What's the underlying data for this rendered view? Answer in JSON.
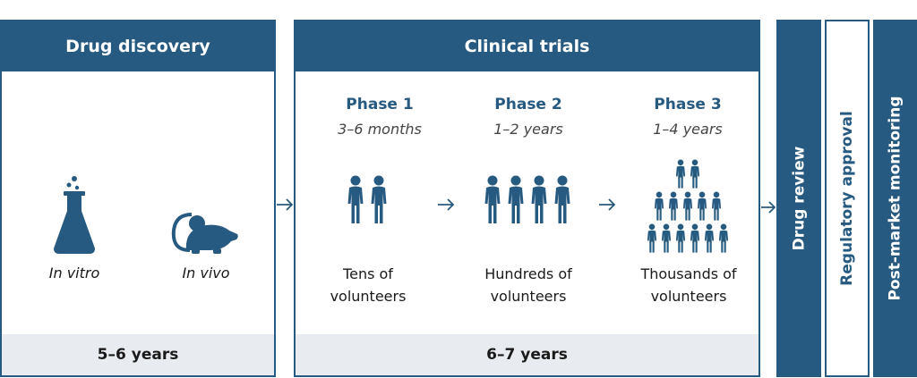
{
  "discovery": {
    "title": "Drug discovery",
    "in_vitro": "In vitro",
    "in_vivo": "In vivo",
    "duration": "5–6 years"
  },
  "clinical": {
    "title": "Clinical trials",
    "duration": "6–7 years",
    "phases": [
      {
        "name": "Phase 1",
        "duration": "3–6 months",
        "volunteers_line1": "Tens of",
        "volunteers_line2": "volunteers"
      },
      {
        "name": "Phase 2",
        "duration": "1–2 years",
        "volunteers_line1": "Hundreds of",
        "volunteers_line2": "volunteers"
      },
      {
        "name": "Phase 3",
        "duration": "1–4 years",
        "volunteers_line1": "Thousands of",
        "volunteers_line2": "volunteers"
      }
    ]
  },
  "stages": {
    "drug_review": "Drug review",
    "regulatory_approval": "Regulatory approval",
    "post_market": "Post-market monitoring"
  },
  "icons": {
    "flask": "flask-icon",
    "mouse": "mouse-icon",
    "person": "person-icon",
    "arrow": "arrow-right-icon"
  },
  "colors": {
    "primary": "#275a80",
    "footer_bg": "#e8ecf0"
  }
}
